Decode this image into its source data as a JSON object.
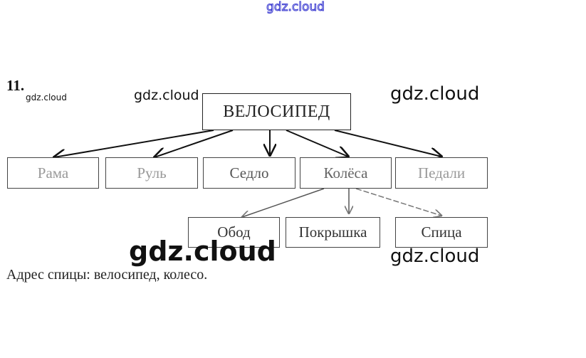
{
  "watermarks": {
    "top": "gdz.cloud",
    "small": "gdz.cloud",
    "mid": "gdz.cloud",
    "right": "gdz.cloud",
    "big": "gdz.cloud",
    "right2": "gdz.cloud"
  },
  "task_number": "11.",
  "diagram": {
    "root": "ВЕЛОСИПЕД",
    "level1": [
      "Рама",
      "Руль",
      "Седло",
      "Колёса",
      "Педали"
    ],
    "level2_parent": "Колёса",
    "level2": [
      "Обод",
      "Покрышка",
      "Спица"
    ]
  },
  "answer": "Адрес спицы: велосипед, колесо."
}
